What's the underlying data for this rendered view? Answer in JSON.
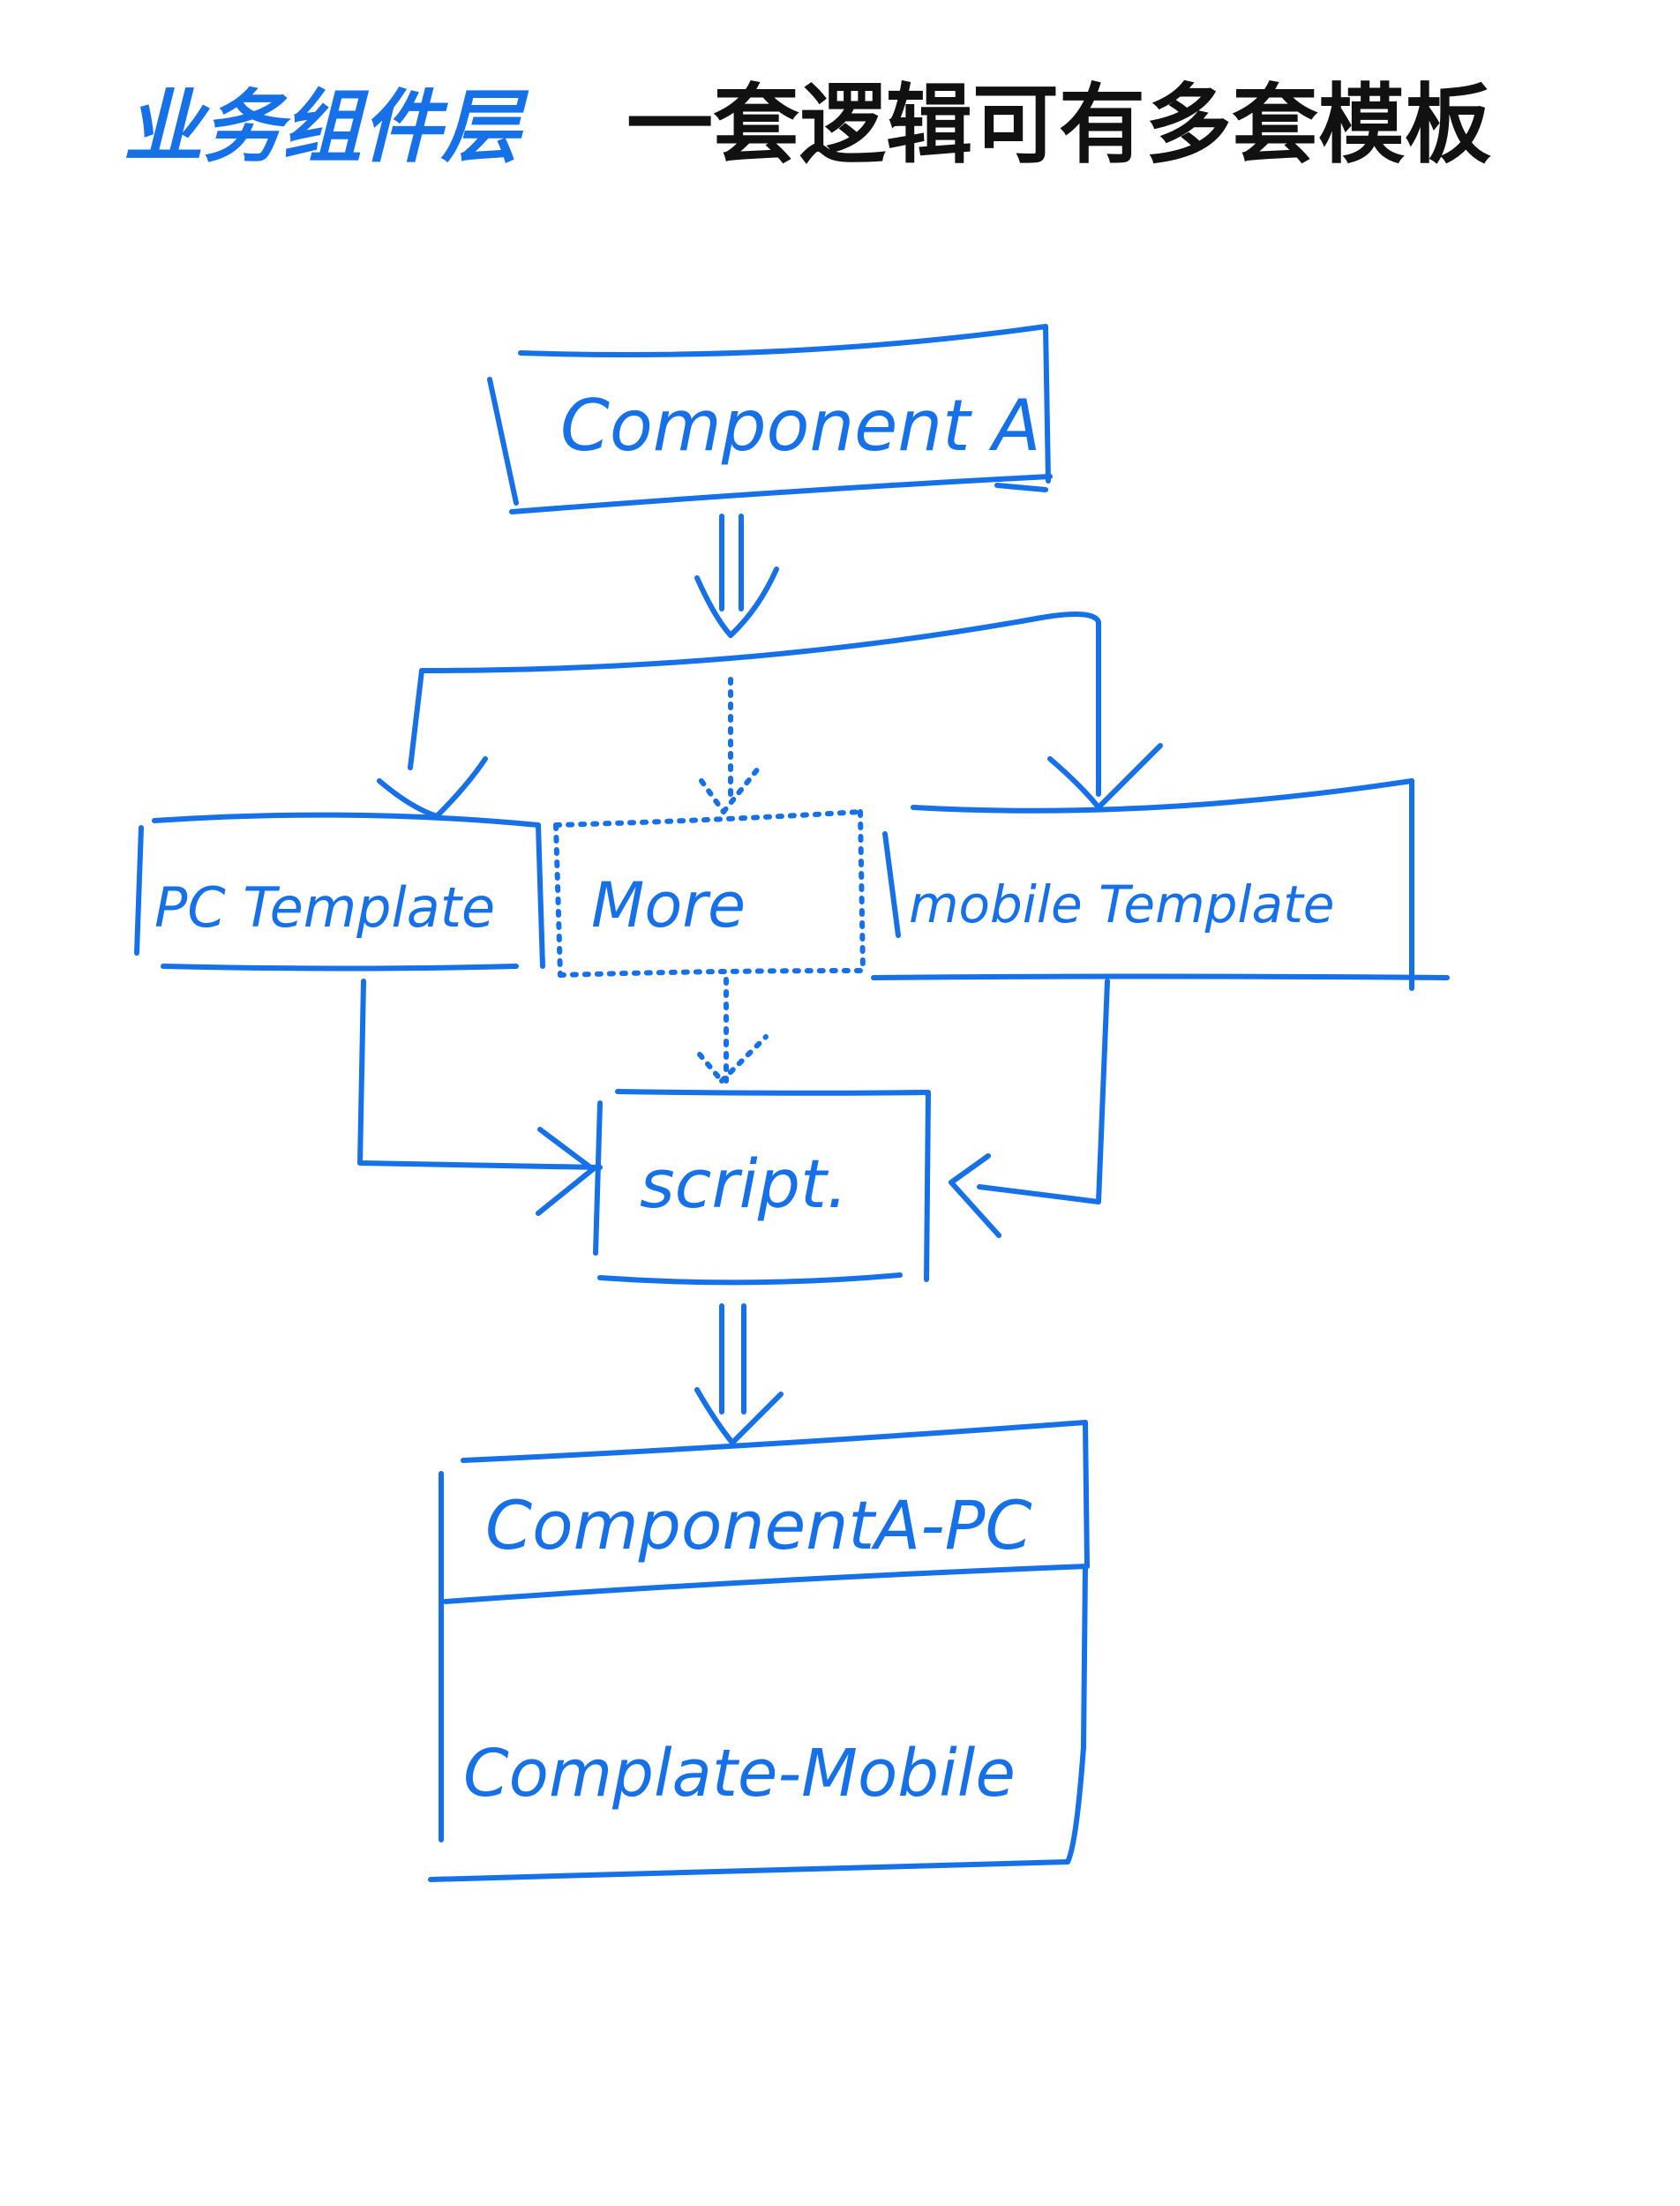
{
  "colors": {
    "ink_blue": "#1670e8",
    "ink_black": "#111111",
    "background": "#ffffff"
  },
  "title": {
    "left": "业务组件层",
    "right": "一套逻辑可有多套模板"
  },
  "nodes": {
    "component_a": "Component A",
    "pc_template": "PC Template",
    "more": "More",
    "mobile_template": "mobile Template",
    "script": "script.",
    "output_pc": "ComponentA-PC",
    "output_mobile": "Complate-Mobile"
  }
}
